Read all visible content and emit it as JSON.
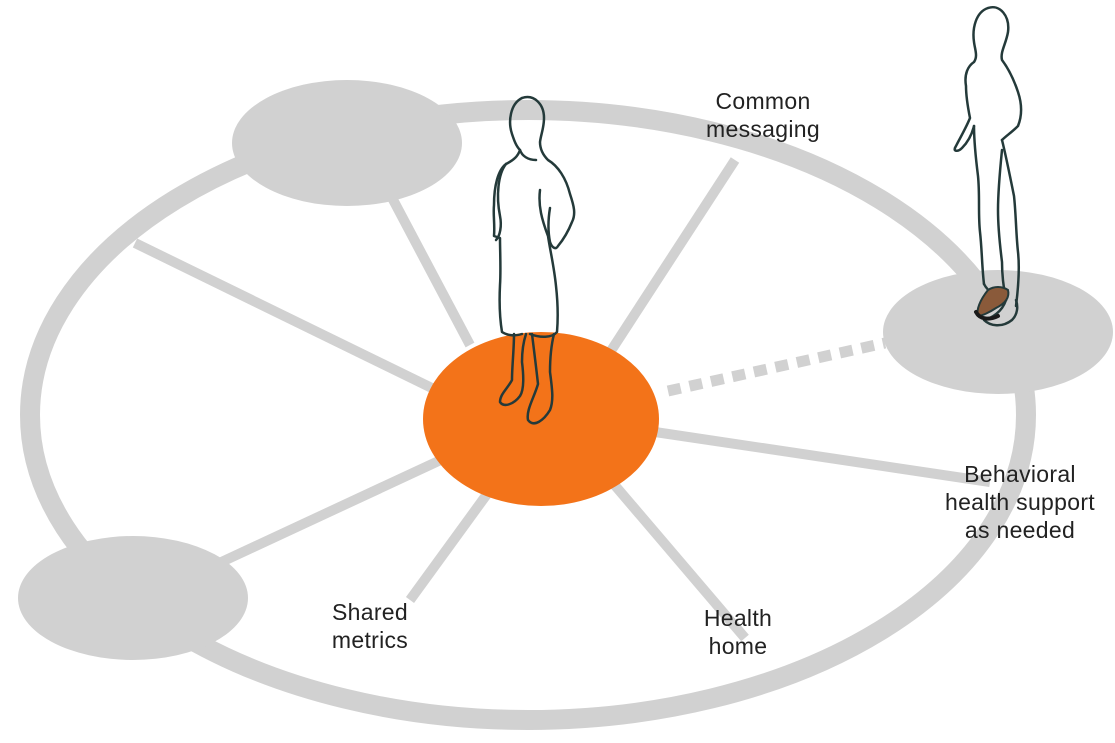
{
  "labels": {
    "common_messaging": [
      "Common",
      "messaging"
    ],
    "behavioral_health": [
      "Behavioral",
      "health support",
      "as needed"
    ],
    "shared_metrics": [
      "Shared",
      "metrics"
    ],
    "health_home": [
      "Health",
      "home"
    ]
  },
  "colors": {
    "ring": "#d1d1d1",
    "spoke": "#d1d1d1",
    "node": "#d1d1d1",
    "center": "#f37319",
    "outline": "#243a3a",
    "shoe": "#8a5a3a",
    "text": "#222222"
  }
}
